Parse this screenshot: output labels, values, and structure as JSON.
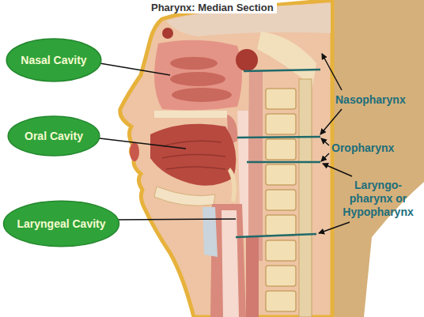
{
  "diagram": {
    "title": "Pharynx: Median Section",
    "nodes": [
      {
        "text": [
          "Nasal Cavity"
        ]
      },
      {
        "text": [
          "Oral Cavity"
        ]
      },
      {
        "text": [
          "Laryngeal Cavity"
        ]
      }
    ],
    "labels": [
      "Nasopharynx",
      "Oropharynx",
      "Laryngo- pharynx or Hypopharynx"
    ]
  }
}
